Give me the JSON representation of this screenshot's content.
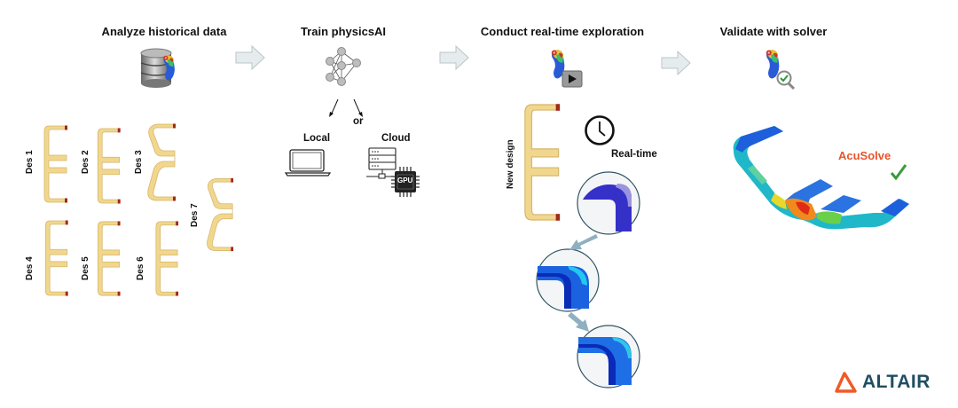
{
  "steps": [
    {
      "title": "Analyze historical data"
    },
    {
      "title": "Train physicsAI"
    },
    {
      "title": "Conduct real-time exploration"
    },
    {
      "title": "Validate with solver"
    }
  ],
  "historical": {
    "designs": [
      "Des 1",
      "Des 2",
      "Des 3",
      "Des 4",
      "Des 5",
      "Des 6",
      "Des 7"
    ]
  },
  "training": {
    "or_label": "or",
    "local_label": "Local",
    "cloud_label": "Cloud",
    "gpu_label": "GPU"
  },
  "exploration": {
    "new_design_label": "New design",
    "realtime_label": "Real-time"
  },
  "validation": {
    "solver_label": "AcuSolve"
  },
  "brand": {
    "name": "ALTAIR"
  },
  "colors": {
    "part": "#f0d58a",
    "part_edge": "#d4b463",
    "accent": "#e8542c",
    "check": "#3a9a3a",
    "brand_text": "#1f4e63",
    "arrow": "#e6ecee"
  }
}
